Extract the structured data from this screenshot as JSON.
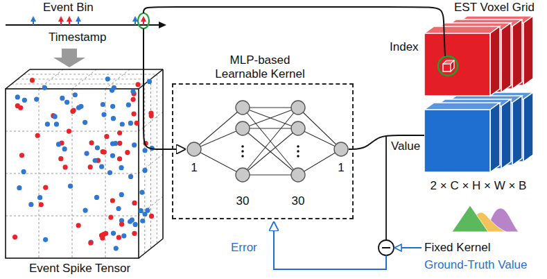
{
  "diagram": {
    "nodes": [
      {
        "text": [
          "Event Bin",
          "Timestamp"
        ]
      },
      {
        "text": [
          "Event Spike Tensor"
        ]
      },
      {
        "text": [
          "MLP-based Learnable Kernel",
          "1",
          "30",
          "30",
          "1"
        ]
      },
      {
        "text": [
          "EST Voxel Grid",
          "2 × C × H × W × B"
        ]
      },
      {
        "text": [
          "Fixed Kernel",
          "Ground-Truth Value"
        ]
      }
    ],
    "edges": [
      {
        "from": 0,
        "to": 1,
        "arrow": "to"
      },
      {
        "from": 0,
        "to": 2,
        "arrow": "to"
      },
      {
        "from": 0,
        "to": 3,
        "label": "Index",
        "arrow": "none"
      },
      {
        "from": 2,
        "to": 3,
        "label": "Value",
        "arrow": "none"
      },
      {
        "from": 4,
        "to": 2,
        "label": "Error",
        "arrow": "to"
      }
    ]
  }
}
